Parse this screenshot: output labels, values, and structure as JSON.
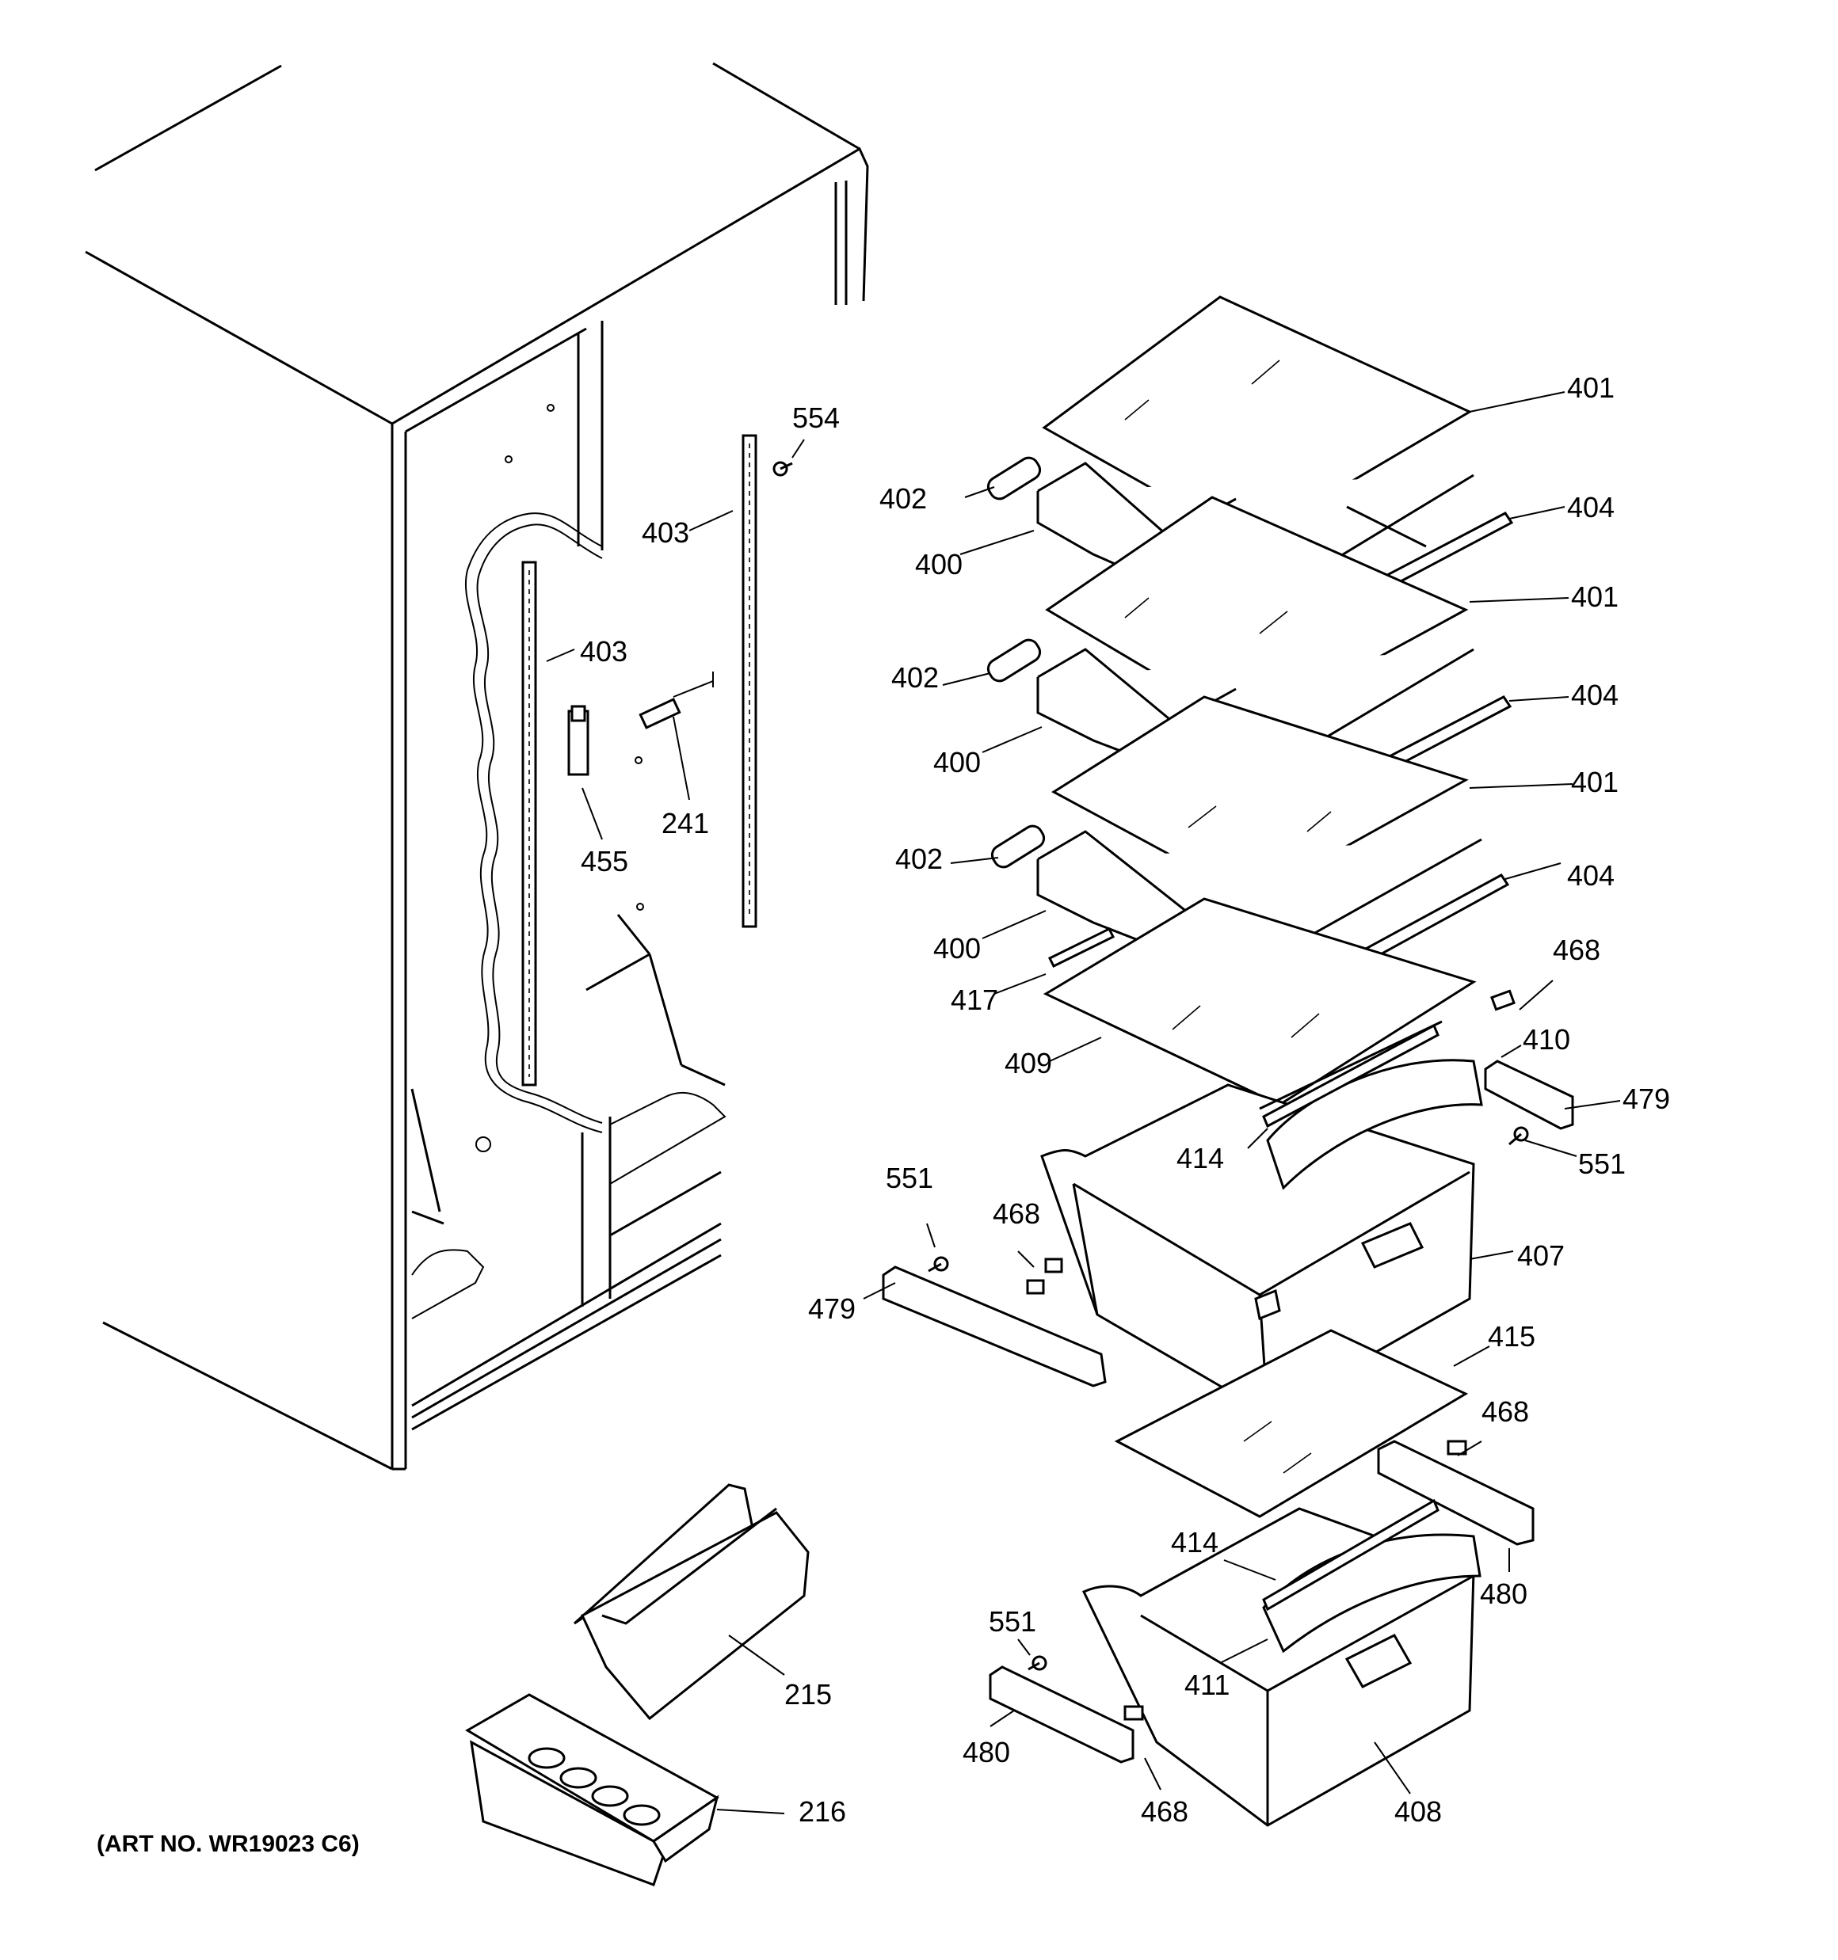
{
  "art_number": "(ART NO. WR19023 C6)",
  "callouts": {
    "c554": "554",
    "c403a": "403",
    "c403b": "403",
    "c241": "241",
    "c455": "455",
    "c401a": "401",
    "c401b": "401",
    "c401c": "401",
    "c402a": "402",
    "c402b": "402",
    "c402c": "402",
    "c404a": "404",
    "c404b": "404",
    "c404c": "404",
    "c400a": "400",
    "c400b": "400",
    "c400c": "400",
    "c417": "417",
    "c409": "409",
    "c468a": "468",
    "c468b": "468",
    "c468c": "468",
    "c468d": "468",
    "c410": "410",
    "c479a": "479",
    "c479b": "479",
    "c551a": "551",
    "c551b": "551",
    "c551c": "551",
    "c414a": "414",
    "c414b": "414",
    "c407": "407",
    "c415": "415",
    "c480a": "480",
    "c480b": "480",
    "c411": "411",
    "c408": "408",
    "c215": "215",
    "c216": "216"
  }
}
